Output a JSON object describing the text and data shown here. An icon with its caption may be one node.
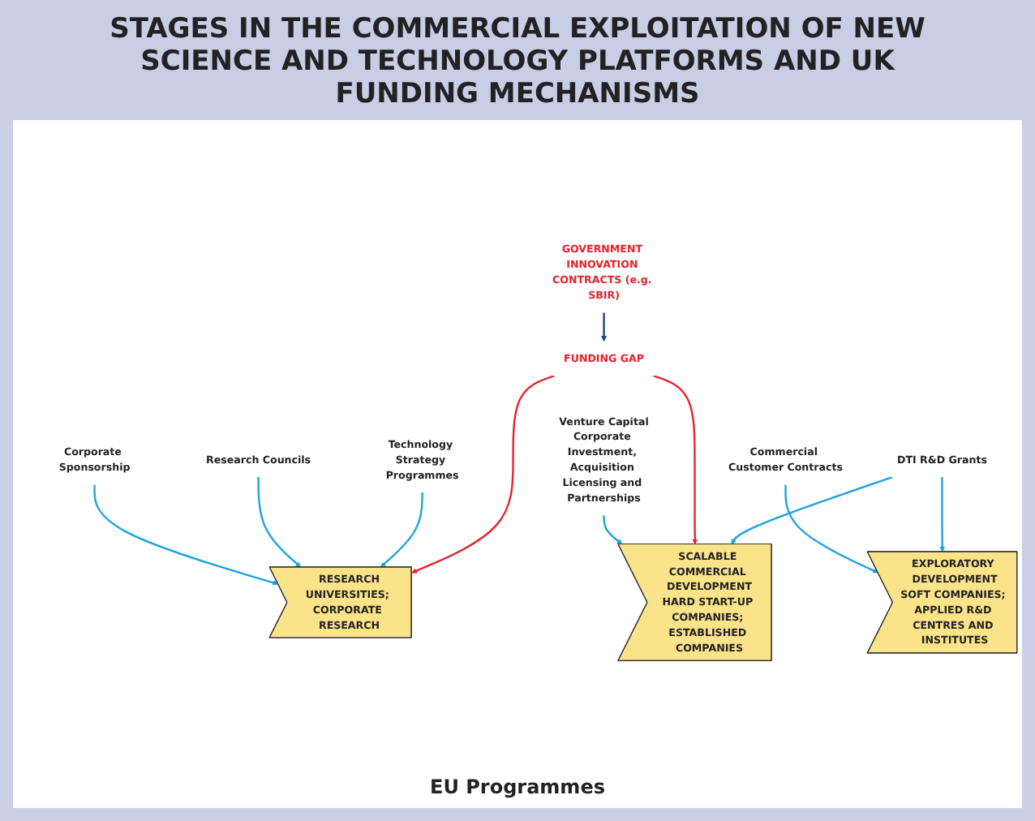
{
  "diagram": {
    "title": "STAGES IN THE COMMERCIAL EXPLOITATION OF NEW SCIENCE AND TECHNOLOGY PLATFORMS AND UK FUNDING MECHANISMS",
    "nodes": [
      {
        "text": [
          "Corporate Sponsorship"
        ]
      },
      {
        "text": [
          "Commercial Customer Contracts"
        ]
      },
      {
        "text": [
          "Venture Capital",
          "Corporate Investment, Acquisition Licensing and Partnerships"
        ]
      },
      {
        "text": [
          "RESEARCH",
          "UNIVERSITIES; CORPORATE RESEARCH"
        ]
      },
      {
        "text": [
          "EXPLORATORY DEVELOPMENT",
          "SOFT COMPANIES; APPLIED R&D CENTRES AND INSTITUTES"
        ]
      },
      {
        "text": [
          "SCALABLE COMMERCIAL DEVELOPMENT",
          "HARD START-UP COMPANIES; ESTABLISHED COMPANIES"
        ]
      },
      {
        "text": [
          "Research Councils"
        ]
      },
      {
        "text": [
          "Technology Strategy Programmes"
        ]
      },
      {
        "text": [
          "FUNDING GAP"
        ]
      },
      {
        "text": [
          "DTI R&D Grants"
        ]
      },
      {
        "text": [
          "GOVERNMENT INNOVATION CONTRACTS (e.g. SBIR)"
        ]
      }
    ],
    "edges": [
      {
        "from": 0,
        "to": 3,
        "arrow": "to"
      },
      {
        "from": 1,
        "to": 4,
        "arrow": "to"
      },
      {
        "from": 2,
        "to": 5,
        "arrow": "to"
      },
      {
        "from": 6,
        "to": 3,
        "arrow": "to"
      },
      {
        "from": 7,
        "to": 3,
        "arrow": "to"
      },
      {
        "from": 8,
        "to": 3,
        "arrow": "to",
        "color": "#e8202a"
      },
      {
        "from": 8,
        "to": 5,
        "arrow": "to",
        "color": "#e8202a"
      },
      {
        "from": 9,
        "to": 4,
        "arrow": "to"
      },
      {
        "from": 9,
        "to": 5,
        "arrow": "to"
      },
      {
        "from": 10,
        "to": 8,
        "arrow": "to",
        "color": "#1b3f8f"
      }
    ],
    "labels": [
      "EU Programmes"
    ]
  }
}
